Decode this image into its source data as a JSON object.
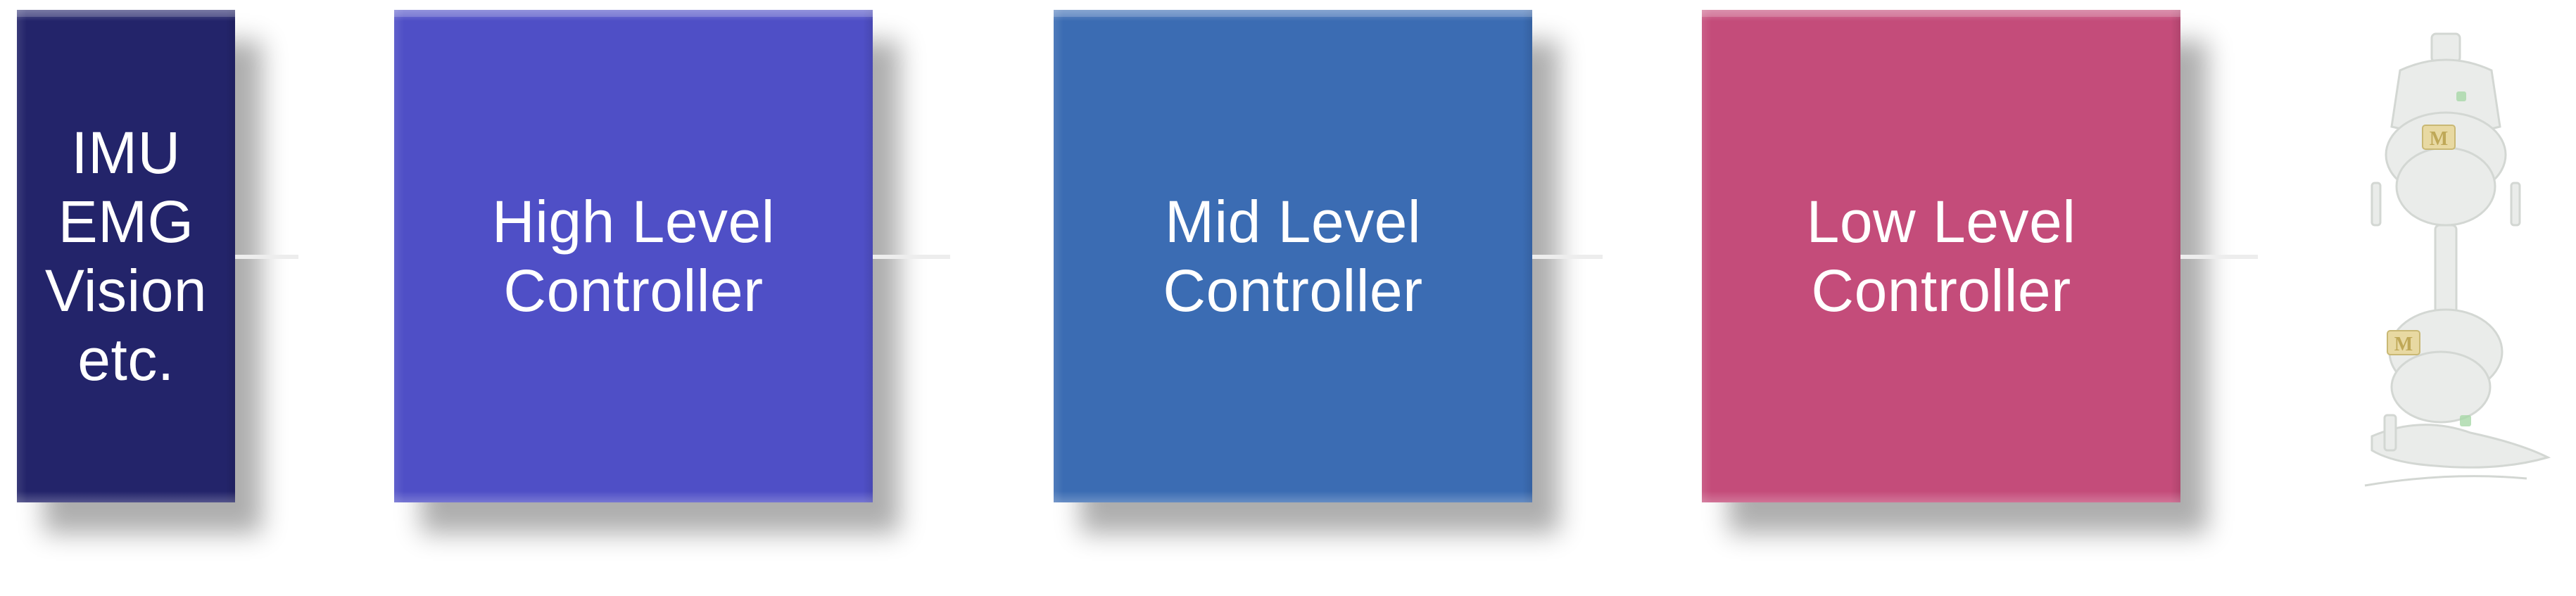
{
  "blocks": [
    {
      "id": "sensors",
      "label": "IMU\nEMG\nVision\netc.",
      "color": "#23246a"
    },
    {
      "id": "high",
      "label": "High Level\nController",
      "color": "#4f4fc6"
    },
    {
      "id": "mid",
      "label": "Mid Level\nController",
      "color": "#3b6cb3"
    },
    {
      "id": "low",
      "label": "Low Level\nController",
      "color": "#c44c7a"
    }
  ],
  "device": {
    "icon": "prosthetic-leg-icon",
    "logo_letter": "M"
  }
}
